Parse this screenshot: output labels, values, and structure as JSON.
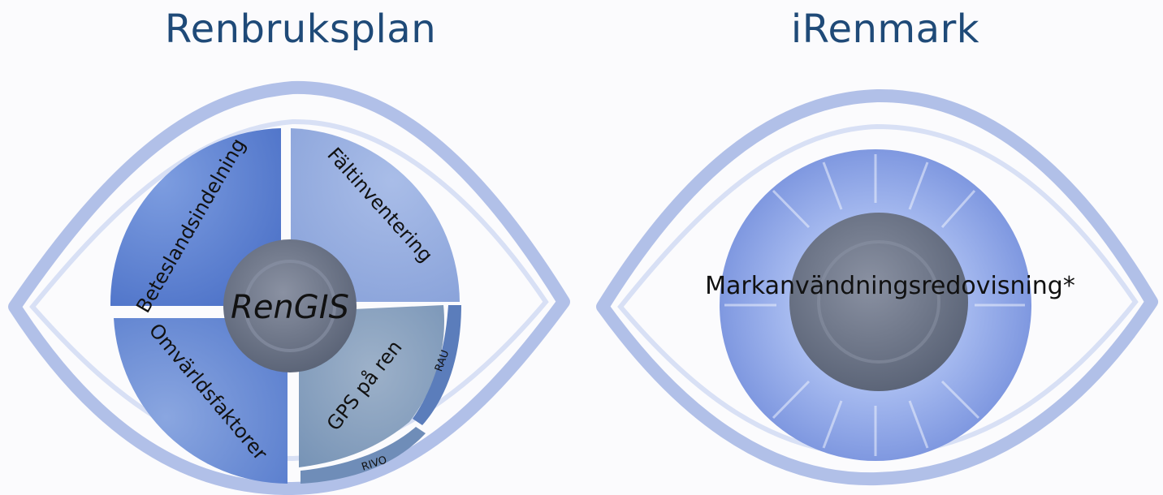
{
  "left_panel": {
    "title": "Renbruksplan",
    "center_label": "RenGIS",
    "segments": {
      "top_left": "Beteslandsindelning",
      "top_right": "Fältinventering",
      "bottom_left": "Omvärldsfaktorer",
      "bottom_right": "GPS på ren",
      "outer_right": "RAU",
      "outer_bottom": "RIVO"
    }
  },
  "right_panel": {
    "title": "iRenmark",
    "center_label": "Markanvändningsredovisning*"
  },
  "colors": {
    "title": "#1f4a78",
    "eye_outline": "#a9b9e6",
    "segment_blue": "#5f86d6",
    "segment_light": "#8aa6dd",
    "segment_grey_blue": "#7e9cc0",
    "pupil": "#6b7486",
    "iris": "#8ea6e6"
  }
}
